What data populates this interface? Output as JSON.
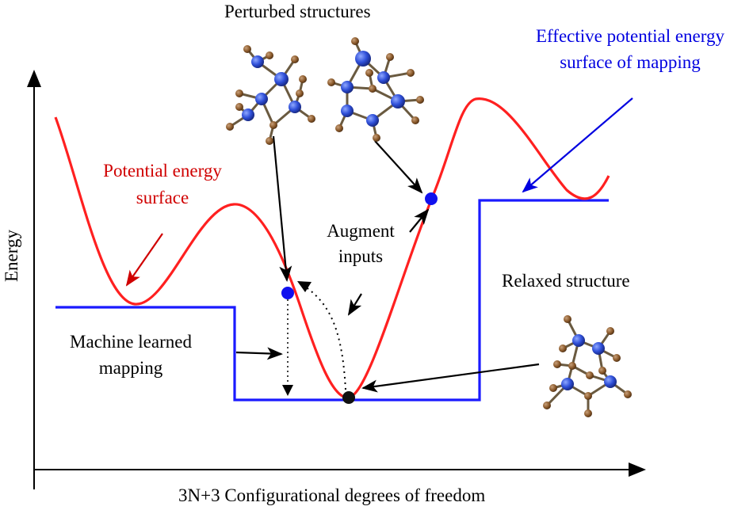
{
  "labels": {
    "y_axis": "Energy",
    "x_axis": "3N+3 Configurational degrees of freedom",
    "perturbed": "Perturbed structures",
    "effective_line1": "Effective potential energy",
    "effective_line2": "surface of mapping",
    "pes_line1": "Potential energy",
    "pes_line2": "surface",
    "augment_line1": "Augment",
    "augment_line2": "inputs",
    "relaxed": "Relaxed structure",
    "mapping_line1": "Machine learned",
    "mapping_line2": "mapping"
  },
  "colors": {
    "pes_curve": "#ff2020",
    "mapping_step": "#1a1aff",
    "silicon_atom": "#2f4fd8",
    "hydrogen_atom": "#8b5a2b",
    "text_red": "#d00000",
    "text_blue": "#0000e0"
  }
}
